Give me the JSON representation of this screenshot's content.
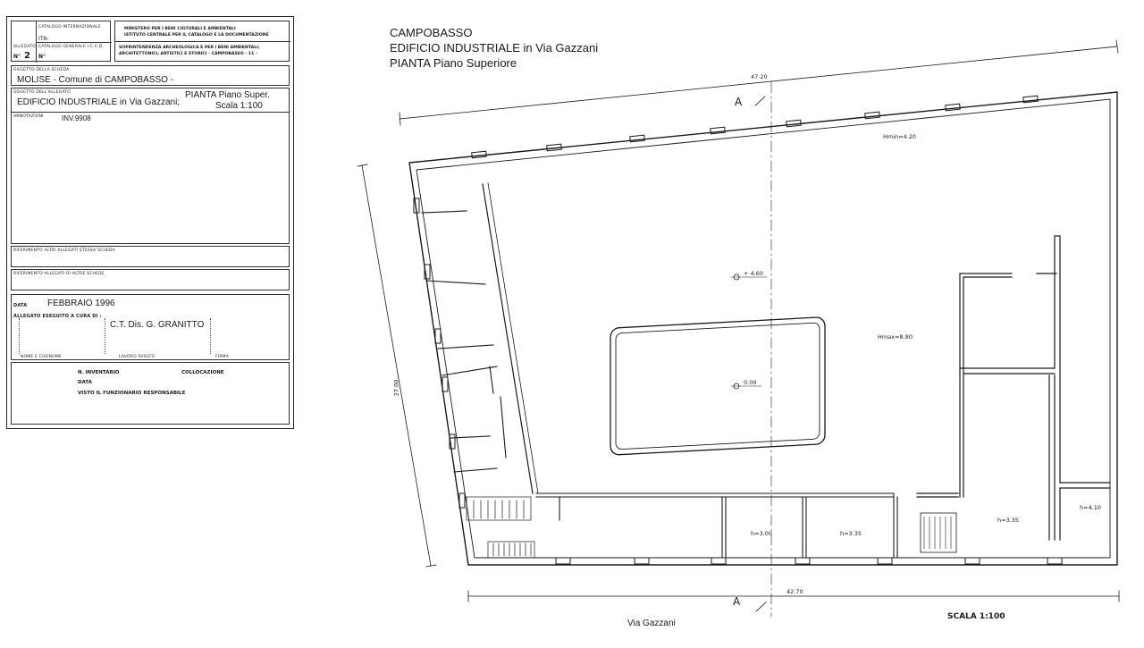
{
  "card": {
    "catalogo_internazionale": "CATALOGO INTERNAZIONALE",
    "ita": "ITA:",
    "allegato": "ALLEGATO",
    "catalogo_generale": "CATALOGO GENERALE I.C.C.D.",
    "n_label": "N°",
    "n_value": "2",
    "n_small": "N°",
    "ministero": "MINISTERO PER I BENI CULTURALI E AMBIENTALI",
    "istituto": "ISTITUTO CENTRALE PER IL CATALOGO E LA DOCUMENTAZIONE",
    "soprintendenza_1": "SOPRINTENDENZA ARCHEOLOGICA E PER I BENI AMBIENTALI,",
    "soprintendenza_2": "ARCHITETTONICI, ARTISTICI E STORICI - CAMPOBASSO - 11 -",
    "oggetto_scheda_label": "OGGETTO DELLA SCHEDA",
    "oggetto_scheda": "MOLISE - Comune di CAMPOBASSO -",
    "oggetto_allegato_label": "OGGETTO DELL'ALLEGATO",
    "oggetto_allegato": "EDIFICIO INDUSTRIALE in Via Gazzani;",
    "pianta": "PIANTA Piano Super.",
    "scala": "Scala 1:100",
    "annotazioni_label": "ANNOTAZIONI",
    "annotazioni_value": "INV.9908",
    "rif_stessa_label": "RIFERIMENTO ALTRI ALLEGATI STESSA SCHEDA",
    "rif_altre_label": "RIFERIMENTO ALLEGATI DI ALTRE SCHEDE",
    "data_label": "DATA",
    "data_value": "FEBBRAIO 1996",
    "eseguito_label": "ALLEGATO ESEGUITO A CURA DI :",
    "eseguito_value": "C.T. Dis. G. GRANITTO",
    "nome_label": "NOME E COGNOME",
    "lavoro_label": "LAVORO SVOLTO",
    "firma_label": "FIRMA",
    "inventario_label": "N. INVENTARIO",
    "collocazione_label": "COLLOCAZIONE",
    "data2_label": "DATA",
    "visto_label": "VISTO IL FUNZIONARIO RESPONSABILE"
  },
  "plan": {
    "title_1": "CAMPOBASSO",
    "title_2": "EDIFICIO INDUSTRIALE in Via Gazzani",
    "title_3": "PIANTA Piano Superiore",
    "dim_top": "47.20",
    "dim_left": "27.00",
    "dim_bottom": "42.70",
    "section_label_top": "A",
    "section_label_bottom": "A",
    "hmin": "Hmin=4.20",
    "hmax": "Hmax=8.80",
    "level_upper": "+ 4.60",
    "level_zero": "0.00",
    "h_300": "h=3.00",
    "h_335a": "h=3.35",
    "h_335b": "h=3.35",
    "h_410": "h=4.10",
    "street": "Via Gazzani",
    "scale": "SCALA 1:100"
  },
  "colors": {
    "ink": "#1a1a1a",
    "paper": "#ffffff"
  }
}
